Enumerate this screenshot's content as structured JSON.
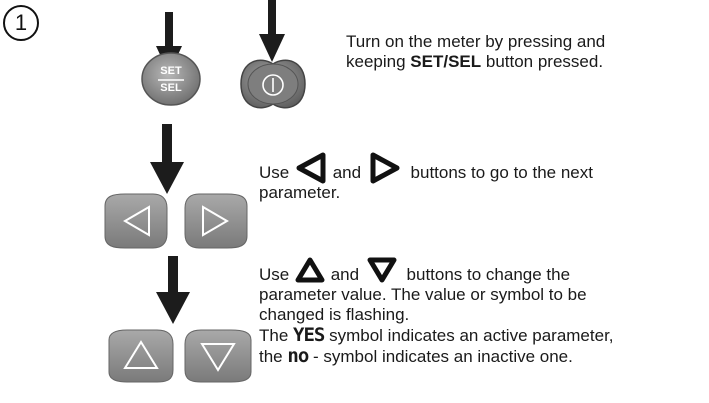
{
  "step": {
    "number": "1"
  },
  "buttons": {
    "set_sel_top": "SET",
    "set_sel_bottom": "SEL",
    "power_symbol": "power-icon"
  },
  "instructions": {
    "line1a": "Turn on the meter by pressing and",
    "line1b_pre": "keeping ",
    "line1b_bold": "SET/SEL",
    "line1b_post": " button pressed.",
    "line2_use": "Use",
    "line2_and": "and",
    "line2_post": "buttons to go to the next",
    "line2b": "parameter.",
    "line3_use": "Use",
    "line3_and": "and",
    "line3_post": "buttons to change the",
    "line3b": "parameter value. The value or symbol to be",
    "line3c": "changed is flashing.",
    "line4_pre": "The",
    "line4_yes": "YES",
    "line4_post": "symbol indicates an active parameter,",
    "line5_pre": "the",
    "line5_no": "no",
    "line5_post": "- symbol indicates an inactive one."
  },
  "colors": {
    "button_fill": "#8f8f8f",
    "button_dark": "#5a5a5a",
    "arrow": "#1c1c1c"
  }
}
